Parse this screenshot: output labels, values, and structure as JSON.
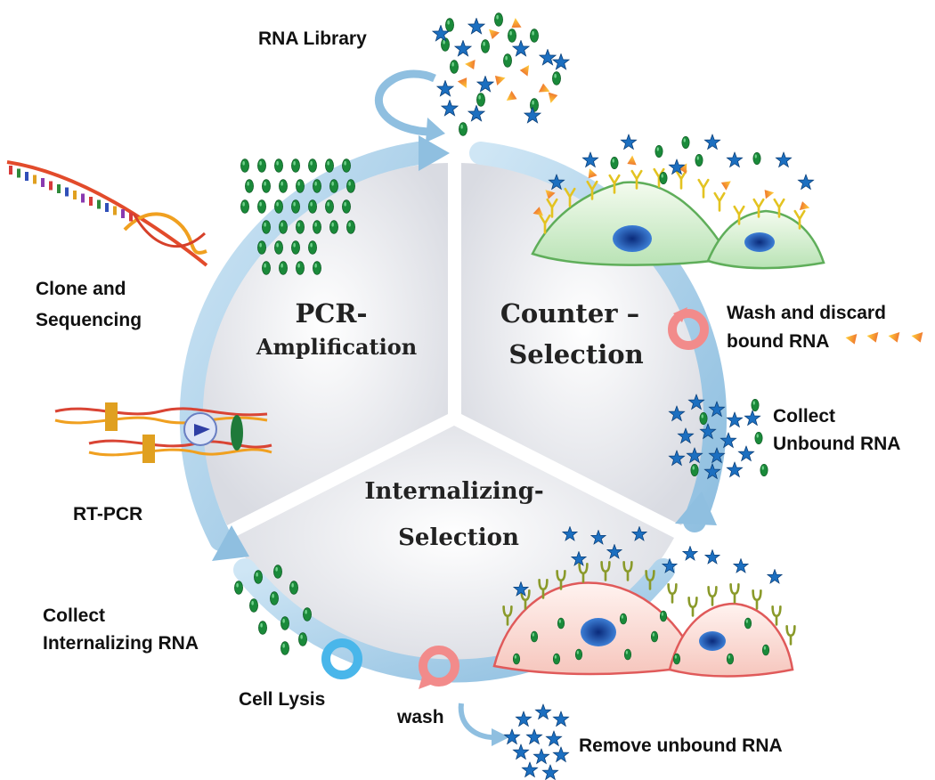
{
  "labels": {
    "rna_library": "RNA Library",
    "clone_line1": "Clone and",
    "clone_line2": "Sequencing",
    "rt_pcr": "RT-PCR",
    "collect_internalizing_line1": "Collect",
    "collect_internalizing_line2": "Internalizing  RNA",
    "cell_lysis": "Cell Lysis",
    "wash": "wash",
    "remove_unbound": "Remove unbound RNA",
    "wash_discard_line1": "Wash and discard",
    "wash_discard_line2": "bound RNA",
    "collect_unbound_line1": "Collect",
    "collect_unbound_line2": "Unbound RNA"
  },
  "stages": {
    "pcr_line1": "PCR-",
    "pcr_line2": "Amplification",
    "counter_line1": "Counter –",
    "counter_line2": "Selection",
    "internal_line1": "Internalizing-",
    "internal_line2": "Selection"
  },
  "colors": {
    "arrow": "#a9cfe8",
    "sector": "#ececf0",
    "green_oval": "#1a8a3a",
    "blue_star": "#1c6fc0",
    "orange_triangle": "#f08a24",
    "lysis_ring": "#49b6ea",
    "wash_ring": "#f28b8b"
  }
}
